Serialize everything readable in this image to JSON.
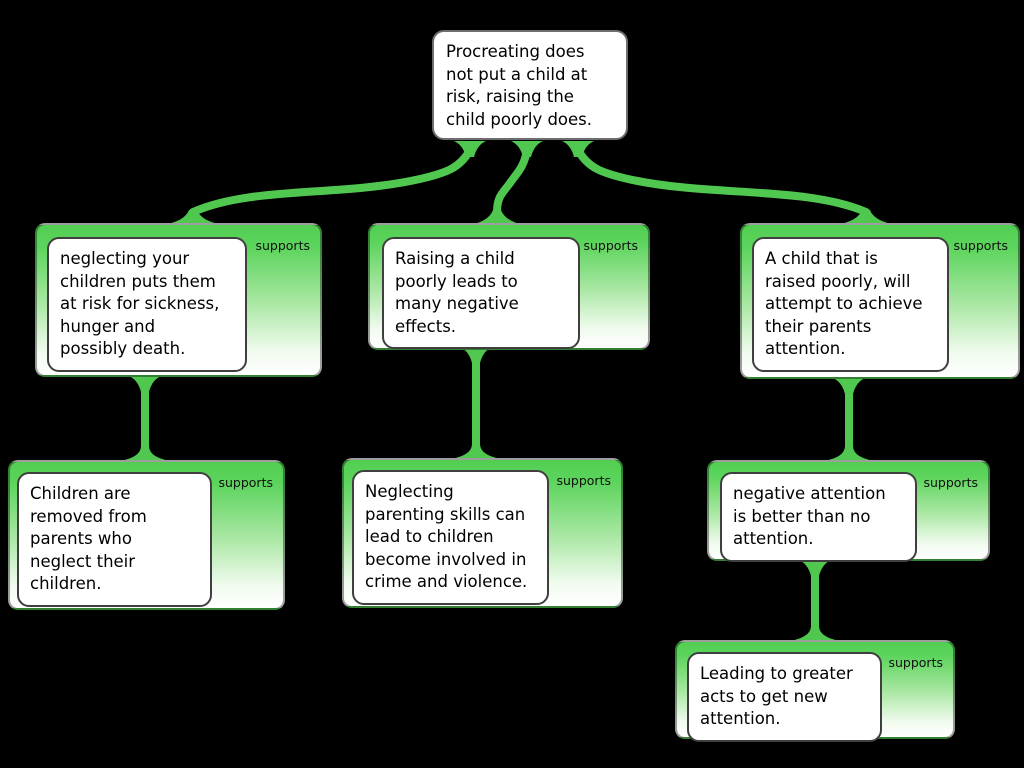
{
  "colors": {
    "background": "#000000",
    "connector_green": "#50c850",
    "box_gradient_top": "#55d055",
    "box_gradient_bottom": "#ffffff",
    "text": "#000000"
  },
  "nodes": {
    "root": {
      "text": "Procreating does\nnot put a child at\nrisk, raising the\nchild poorly does."
    },
    "n1": {
      "badge": "supports",
      "text": "neglecting your\nchildren puts them\nat risk for sickness,\nhunger and\npossibly death."
    },
    "n2": {
      "badge": "supports",
      "text": "Raising a child\npoorly leads to\nmany negative\neffects."
    },
    "n3": {
      "badge": "supports",
      "text": "A child that is\nraised poorly, will\nattempt to achieve\ntheir parents\nattention."
    },
    "n1c": {
      "badge": "supports",
      "text": "Children are\nremoved from\nparents who\nneglect their\nchildren."
    },
    "n2c": {
      "badge": "supports",
      "text": "Neglecting\nparenting skills can\nlead to children\nbecome involved in\ncrime and violence."
    },
    "n3c": {
      "badge": "supports",
      "text": "negative attention\nis better than no\nattention."
    },
    "n3cc": {
      "badge": "supports",
      "text": "Leading to greater\nacts to get new\nattention."
    }
  }
}
